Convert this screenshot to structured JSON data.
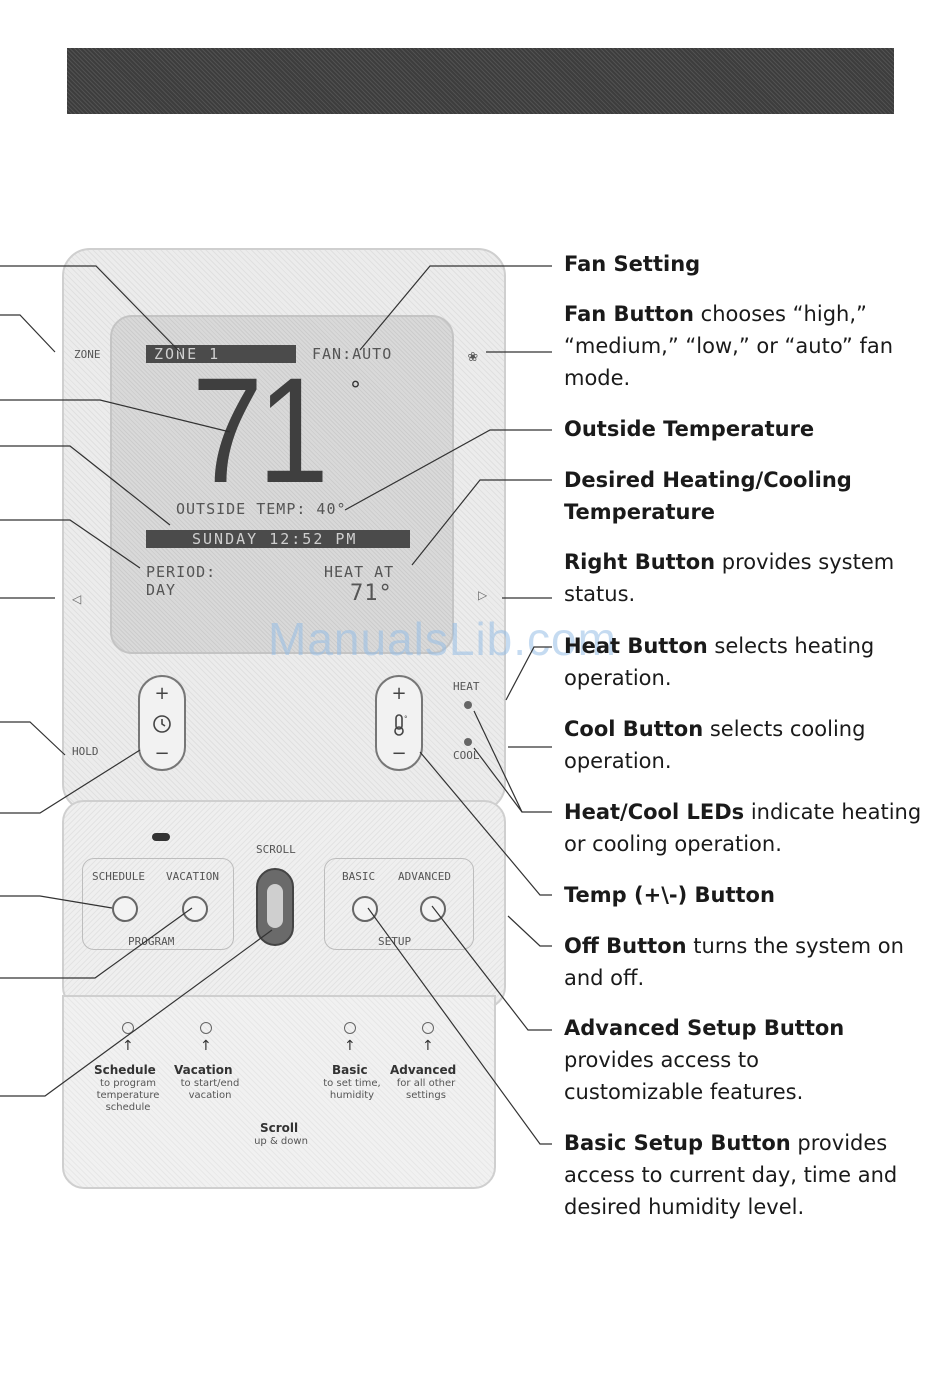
{
  "device": {
    "zone_label": "ZONE",
    "lcd": {
      "zone": "ZONE 1",
      "fan": "FAN:AUTO",
      "temperature": "71",
      "degree": "°",
      "outside": "OUTSIDE TEMP: 40°",
      "datetime": "SUNDAY 12:52 PM",
      "period_line1": "PERIOD:",
      "period_line2": "DAY",
      "heat_at": "HEAT AT",
      "setpoint": "71°"
    },
    "hold_label": "HOLD",
    "heat_label": "HEAT",
    "cool_label": "COOL",
    "left_arrow": "◁",
    "right_arrow": "▷",
    "fan_icon": "❀",
    "left_pill": {
      "plus": "+",
      "icon": "clock-icon",
      "minus": "−"
    },
    "right_pill": {
      "plus": "+",
      "icon": "thermometer-icon",
      "minus": "−"
    },
    "scroll_label": "SCROLL",
    "program": {
      "schedule": "SCHEDULE",
      "vacation": "VACATION",
      "group": "PROGRAM"
    },
    "setup": {
      "basic": "BASIC",
      "advanced": "ADVANCED",
      "group": "SETUP"
    },
    "door": {
      "schedule_title": "Schedule",
      "schedule_sub": "to program temperature schedule",
      "vacation_title": "Vacation",
      "vacation_sub": "to start/end vacation",
      "basic_title": "Basic",
      "basic_sub": "to set time, humidity",
      "advanced_title": "Advanced",
      "advanced_sub": "for all other settings",
      "scroll_title": "Scroll",
      "scroll_sub": "up & down"
    }
  },
  "watermark": "ManualsLib.com",
  "callouts": [
    {
      "bold": "Fan Setting",
      "rest": ""
    },
    {
      "bold": "Fan Button",
      "rest": " chooses “high,” “medium,” “low,” or “auto” fan mode."
    },
    {
      "bold": "Outside Temperature",
      "rest": ""
    },
    {
      "bold": "Desired Heating/Cooling Temperature",
      "rest": ""
    },
    {
      "bold": "Right Button",
      "rest": " provides system status."
    },
    {
      "bold": "Heat Button",
      "rest": " selects heating operation."
    },
    {
      "bold": "Cool Button",
      "rest": " selects cooling operation."
    },
    {
      "bold": "Heat/Cool LEDs",
      "rest": " indicate heating or cooling operation."
    },
    {
      "bold": "Temp (+\\-) Button",
      "rest": ""
    },
    {
      "bold": "Off Button",
      "rest": " turns the system on and off."
    },
    {
      "bold": "Advanced Setup Button",
      "rest": " provides access to customizable features."
    },
    {
      "bold": "Basic Setup Button",
      "rest": " provides access to current day, time and desired humidity level."
    }
  ]
}
